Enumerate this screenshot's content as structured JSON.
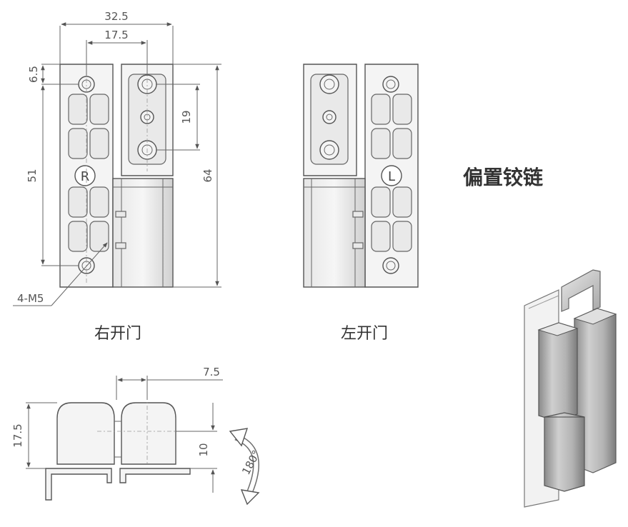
{
  "title": "偏置铰链",
  "captions": {
    "right_door": "右开门",
    "left_door": "左开门"
  },
  "dimensions": {
    "overall_width": "32.5",
    "pitch_width": "17.5",
    "top_offset": "6.5",
    "hole_spacing": "19",
    "left_height": "51",
    "total_height": "64",
    "holes": "4-M5",
    "side_height": "17.5",
    "side_offset": "7.5",
    "side_height_small": "10",
    "rotation": "180°"
  },
  "markers": {
    "right": "R",
    "left": "L"
  },
  "colors": {
    "line": "#555555",
    "text": "#333333",
    "render_light": "#d9d9d9",
    "render_dark": "#8c8c8c"
  }
}
